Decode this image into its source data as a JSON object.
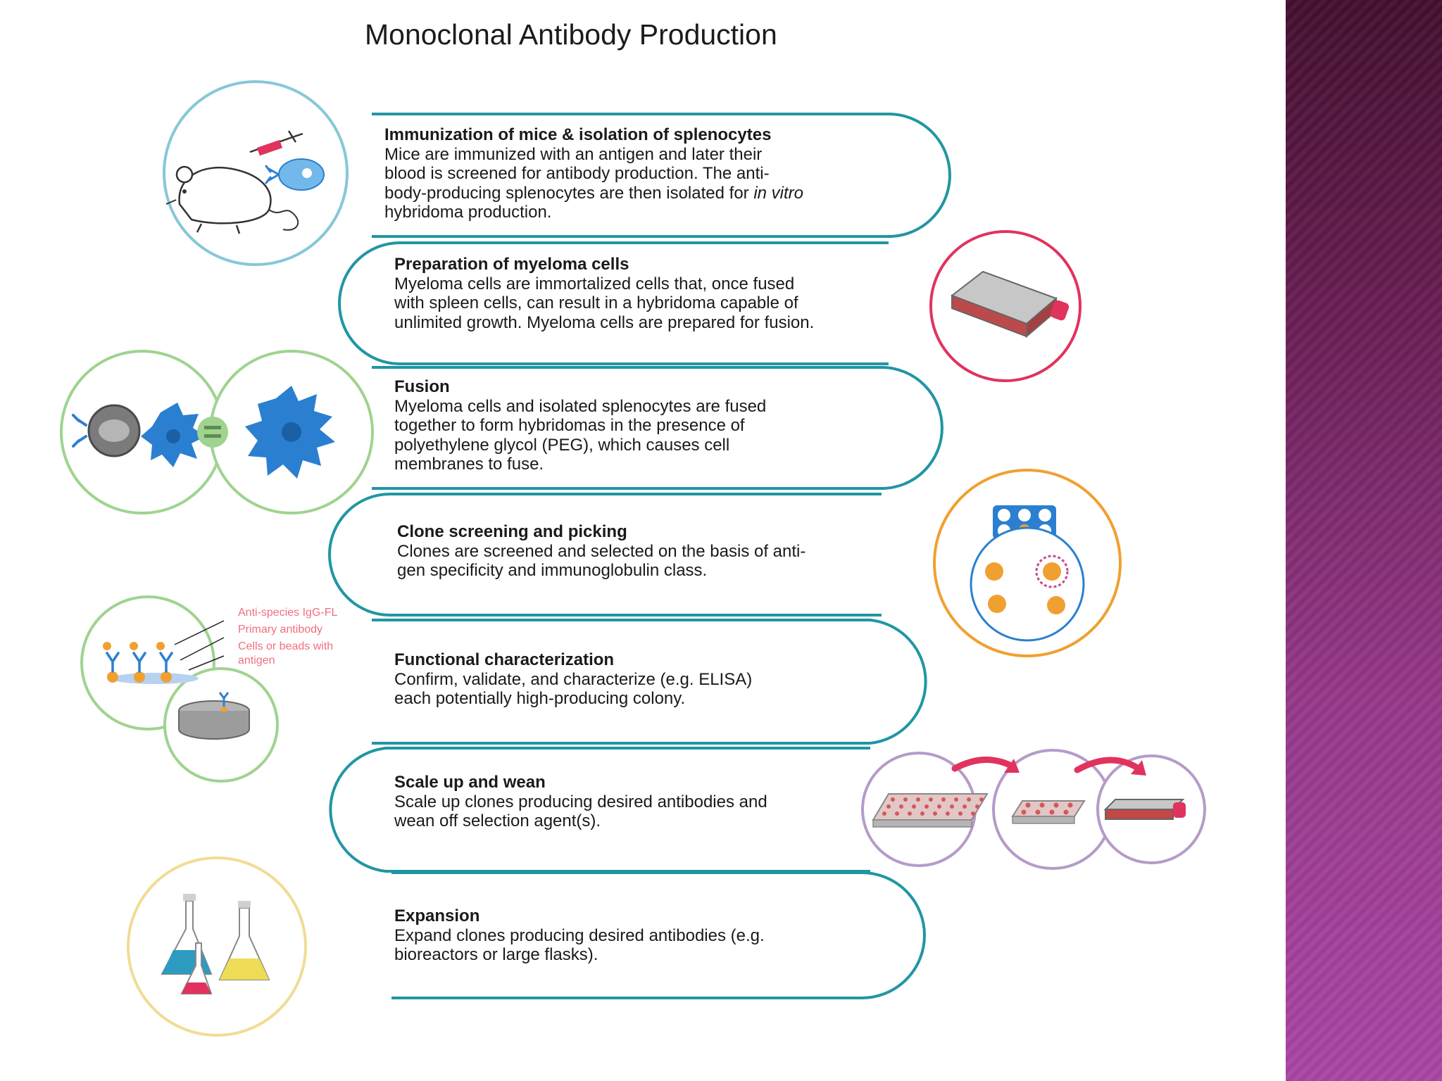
{
  "title": "Monoclonal Antibody Production",
  "colors": {
    "teal": "#2196a3",
    "magenta": "#e0335e",
    "orange": "#f0a030",
    "green": "#9fd38f",
    "lavender": "#b59bc9",
    "yellow": "#f1dc94",
    "cellBlue": "#2b7fd0",
    "sideBand": "#8a2f7a"
  },
  "steps": [
    {
      "title": "Immunization of mice & isolation of splenocytes",
      "lines": [
        "Mice are immunized with an antigen and later their",
        "blood is screened for antibody production. The anti-",
        "body-producing splenocytes are then isolated for ",
        "hybridoma production."
      ],
      "italic": "in vitro",
      "icon": "mouse-syringe-icon"
    },
    {
      "title": "Preparation of myeloma cells",
      "lines": [
        "Myeloma cells are immortalized cells that, once fused",
        "with spleen cells, can result in a hybridoma capable of",
        "unlimited growth. Myeloma cells are prepared for fusion."
      ],
      "icon": "culture-flask-icon"
    },
    {
      "title": "Fusion",
      "lines": [
        "Myeloma cells and isolated splenocytes are fused",
        "together to form hybridomas in the presence of",
        "polyethylene glycol (PEG), which causes cell",
        "membranes to fuse."
      ],
      "icon": "cell-fusion-icon"
    },
    {
      "title": "Clone screening and picking",
      "lines": [
        "Clones are screened and selected on the basis of anti-",
        "gen specificity and immunoglobulin class."
      ],
      "icon": "clone-screening-icon"
    },
    {
      "title": "Functional characterization",
      "lines": [
        "Confirm, validate, and characterize (e.g. ELISA)",
        "each potentially high-producing colony."
      ],
      "icon": "elisa-assay-icon",
      "legend": [
        "Anti-species IgG-FL",
        "Primary antibody",
        "Cells or beads with",
        "antigen"
      ]
    },
    {
      "title": "Scale up and wean",
      "lines": [
        "Scale up clones producing desired antibodies and",
        "wean off selection agent(s)."
      ],
      "icon": "scale-up-plates-icon"
    },
    {
      "title": "Expansion",
      "lines": [
        "Expand clones producing desired antibodies (e.g.",
        "bioreactors or large flasks)."
      ],
      "icon": "erlenmeyer-flasks-icon"
    }
  ]
}
